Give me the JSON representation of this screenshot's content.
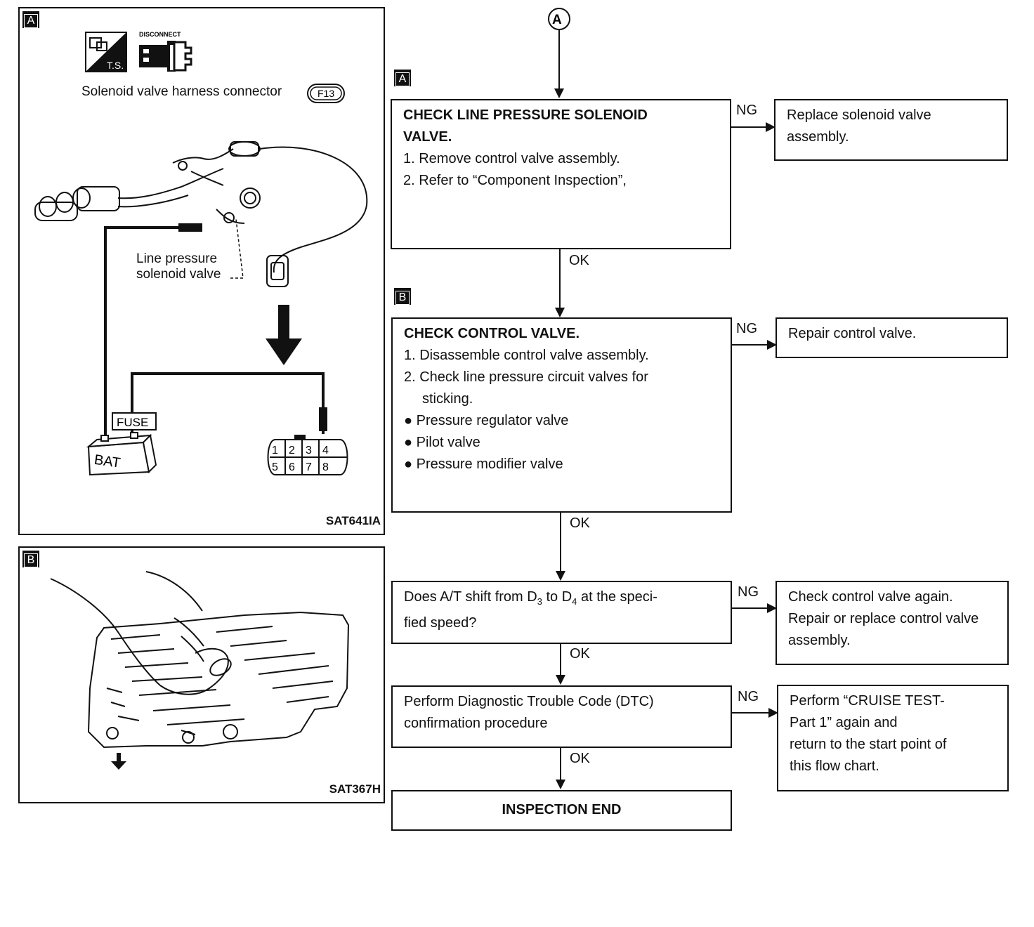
{
  "panel_a": {
    "tag": "A",
    "icon_ts_label": "T.S.",
    "icon_disconnect_label": "DISCONNECT",
    "connector_label": "Solenoid valve harness connector",
    "connector_code": "F13",
    "solenoid_label_line1": "Line pressure",
    "solenoid_label_line2": "solenoid valve",
    "fuse_label": "FUSE",
    "bat_label": "BAT",
    "pins_top": [
      "1",
      "2",
      "3",
      "4"
    ],
    "pins_bottom": [
      "5",
      "6",
      "7",
      "8"
    ],
    "figure_code": "SAT641IA"
  },
  "panel_b": {
    "tag": "B",
    "figure_code": "SAT367H"
  },
  "flow": {
    "start_connector": "A",
    "step_a_tag": "A",
    "step_b_tag": "B",
    "box1": {
      "title_line1": "CHECK LINE PRESSURE SOLENOID",
      "title_line2": "VALVE.",
      "item1": "1.  Remove control valve assembly.",
      "item2": "2.  Refer to “Component Inspection”,"
    },
    "box1_ng": "Replace solenoid valve assembly.",
    "box2": {
      "title": "CHECK CONTROL VALVE.",
      "item1": "1. Disassemble control valve assembly.",
      "item2_line1": "2. Check line pressure circuit valves for",
      "item2_line2": "sticking.",
      "bullet1": "Pressure regulator valve",
      "bullet2": "Pilot valve",
      "bullet3": "Pressure modifier valve"
    },
    "box2_ng": "Repair control valve.",
    "box3": {
      "text_pre": "Does A/T shift from D",
      "sub1": "3",
      "text_mid": " to D",
      "sub2": "4",
      "text_post": " at the speci-",
      "line2": "fied speed?"
    },
    "box3_ng": "Check control valve again. Repair or replace control valve assembly.",
    "box4": "Perform Diagnostic Trouble Code (DTC) confirmation procedure",
    "box4_ng_line1": "Perform “CRUISE TEST-",
    "box4_ng_line2": "Part 1”  again and",
    "box4_ng_line3": "return to the start point of",
    "box4_ng_line4": "this flow chart.",
    "end": "INSPECTION END",
    "ng": "NG",
    "ok": "OK"
  }
}
